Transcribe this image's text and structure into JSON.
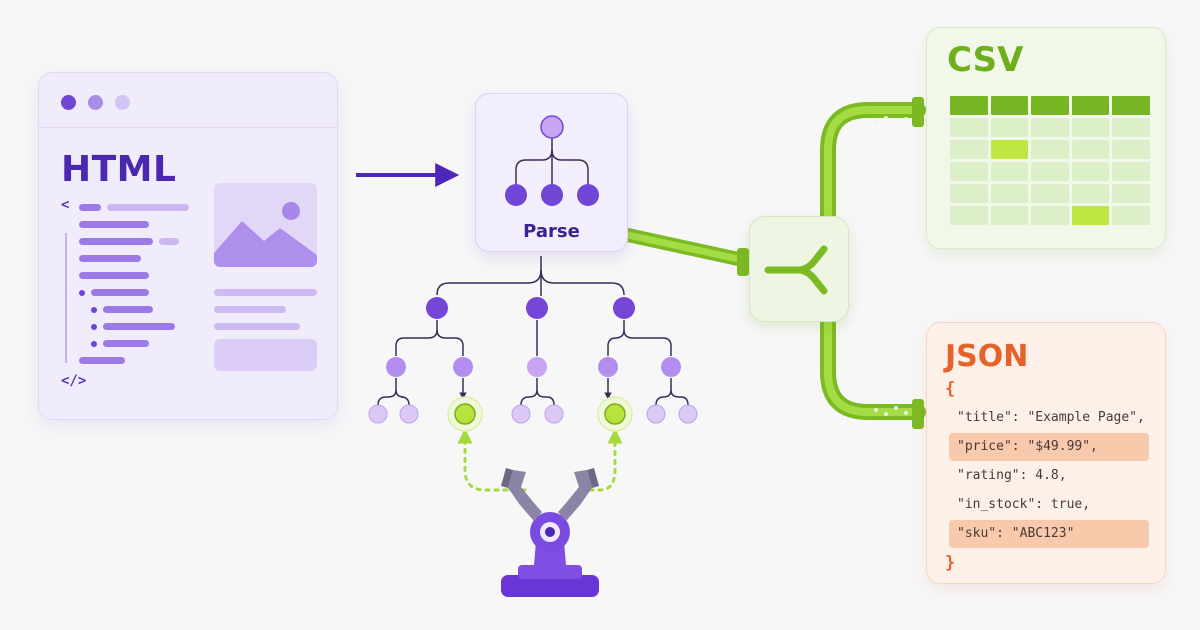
{
  "html_card": {
    "title": "HTML",
    "open_tag": "<",
    "close_tag": "</>"
  },
  "parse_card": {
    "label": "Parse"
  },
  "csv_card": {
    "title": "CSV",
    "columns": 5,
    "rows": 6,
    "highlighted_cells": [
      [
        2,
        1
      ],
      [
        5,
        3
      ]
    ]
  },
  "json_card": {
    "title": "JSON",
    "open_brace": "{",
    "close_brace": "}",
    "lines": [
      {
        "text": "\"title\": \"Example Page\",",
        "highlight": false
      },
      {
        "text": "\"price\": \"$49.99\",",
        "highlight": true
      },
      {
        "text": "\"rating\": 4.8,",
        "highlight": false
      },
      {
        "text": "\"in_stock\": true,",
        "highlight": false
      },
      {
        "text": "\"sku\": \"ABC123\"",
        "highlight": true
      }
    ]
  },
  "colors": {
    "purple_dark": "#4a28b0",
    "purple": "#7c4fdc",
    "purple_light": "#c6adf2",
    "green": "#8ccc2c",
    "green_bright": "#a8e43a",
    "orange": "#e5622a"
  },
  "icons": {
    "window_dots": "window-dots-icon",
    "image": "image-placeholder-icon",
    "tree": "tree-icon",
    "split": "split-arrow-icon",
    "robot": "robotic-claw-icon"
  }
}
